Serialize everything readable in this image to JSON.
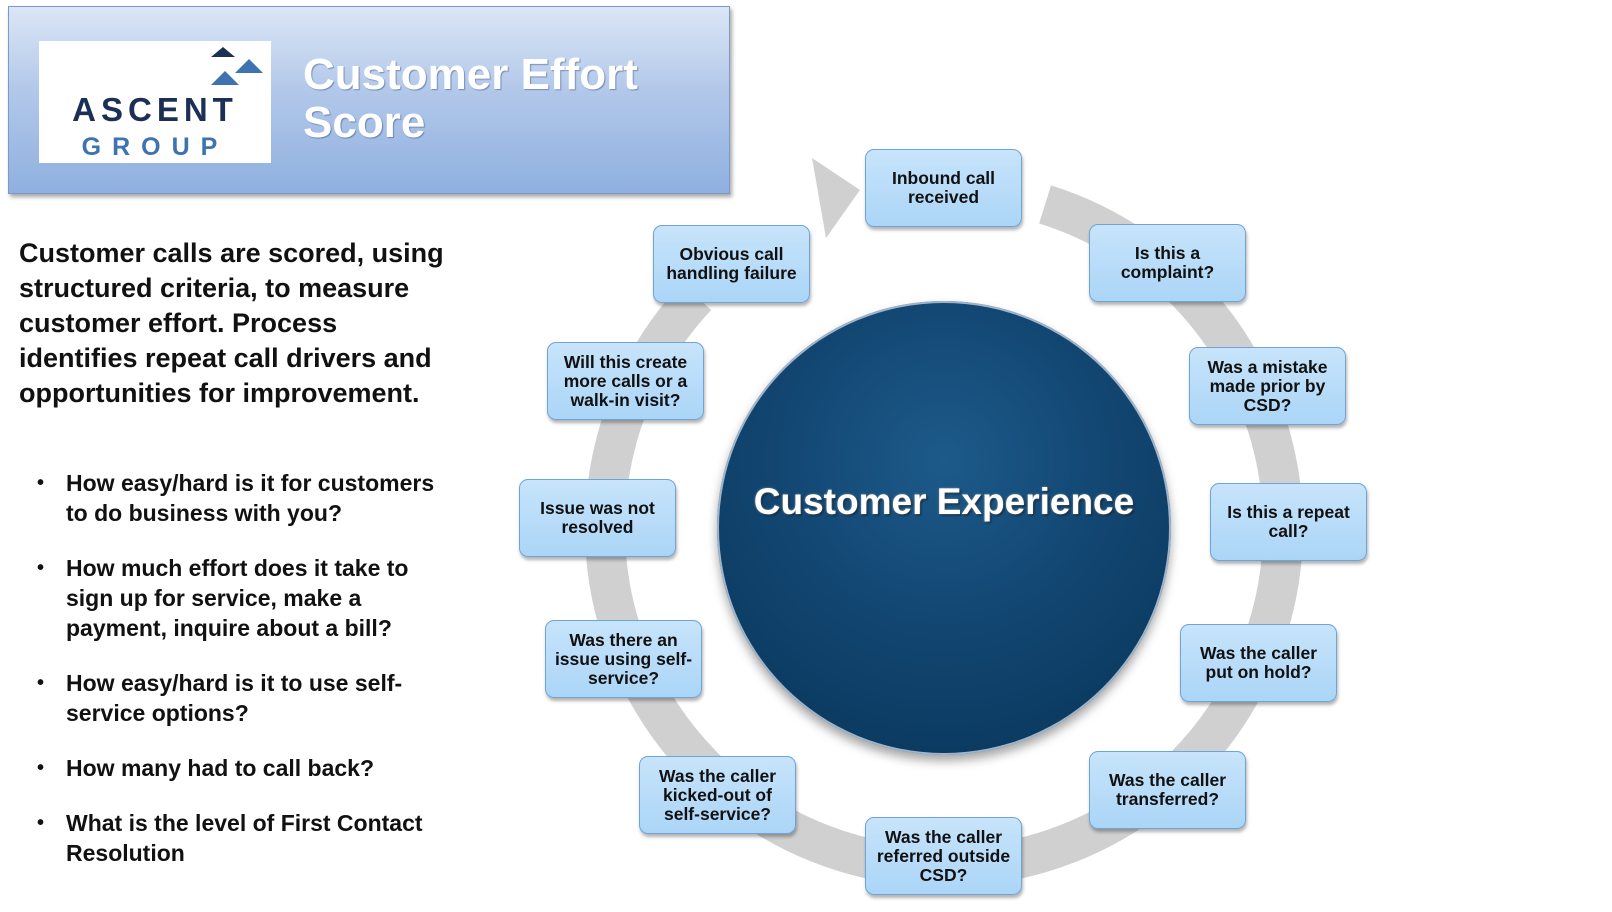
{
  "header": {
    "logo": {
      "brand_top": "ASCENT",
      "brand_bottom": "GROUP"
    },
    "title": "Customer Effort Score"
  },
  "intro": "Customer calls are scored, using structured criteria, to measure customer effort. Process identifies repeat call drivers and opportunities for improvement.",
  "bullets": [
    "How easy/hard is it for customers to do business with you?",
    "How much effort does it take to sign up for service, make a payment, inquire about a bill?",
    "How easy/hard is it to use self-service options?",
    "How many had to call back?",
    "What is the level of First Contact Resolution"
  ],
  "diagram": {
    "center": "Customer Experience",
    "steps": [
      "Inbound call received",
      "Is this a complaint?",
      "Was a mistake made prior by CSD?",
      "Is this a repeat call?",
      "Was the caller put on hold?",
      "Was the caller transferred?",
      "Was the caller referred outside CSD?",
      "Was the caller kicked-out of self-service?",
      "Was there an issue using self-service?",
      "Issue was not resolved",
      "Will this create more calls or a walk-in visit?",
      "Obvious call handling failure"
    ]
  },
  "colors": {
    "header_blue": "#a9c3e8",
    "circle_navy": "#0f4270",
    "step_fill": "#b9dcf9",
    "ring_gray": "#cfcfcf"
  }
}
